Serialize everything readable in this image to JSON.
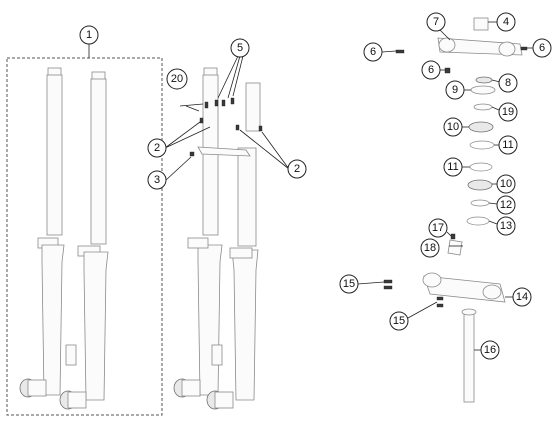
{
  "diagram": {
    "callouts": {
      "c1": "1",
      "c2a": "2",
      "c2b": "2",
      "c3": "3",
      "c4": "4",
      "c5": "5",
      "c6a": "6",
      "c6b": "6",
      "c6c": "6",
      "c7": "7",
      "c8": "8",
      "c9": "9",
      "c10a": "10",
      "c10b": "10",
      "c11a": "11",
      "c11b": "11",
      "c12": "12",
      "c13": "13",
      "c14": "14",
      "c15a": "15",
      "c15b": "15",
      "c16": "16",
      "c17": "17",
      "c18": "18",
      "c19": "19",
      "c20": "20"
    }
  }
}
